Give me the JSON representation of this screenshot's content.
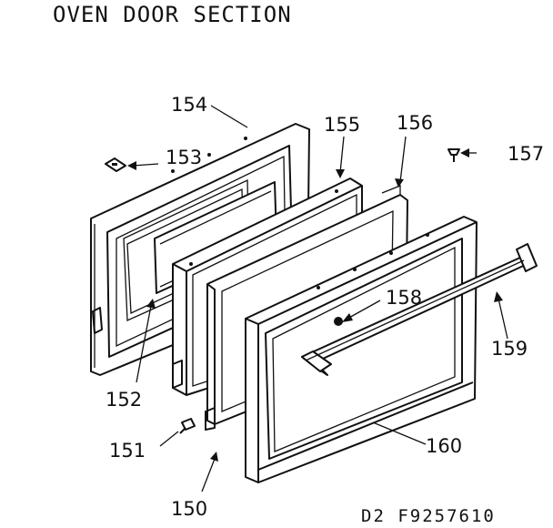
{
  "diagram": {
    "title": "OVEN DOOR SECTION",
    "drawing_code": "D2 F9257610",
    "callouts": {
      "p150": "150",
      "p151": "151",
      "p152": "152",
      "p153": "153",
      "p154": "154",
      "p155": "155",
      "p156": "156",
      "p157": "157",
      "p158": "158",
      "p159": "159",
      "p160": "160"
    }
  }
}
